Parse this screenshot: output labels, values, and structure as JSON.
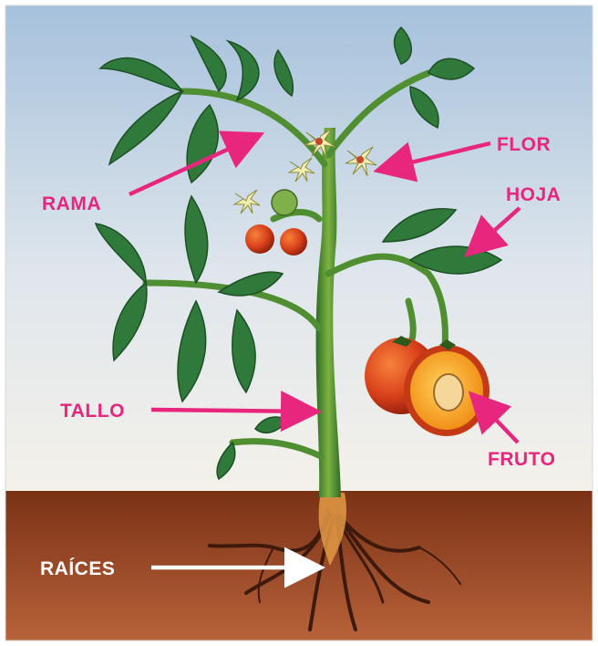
{
  "labels": {
    "rama": "RAMA",
    "flor": "FLOR",
    "hoja": "HOJA",
    "tallo": "TALLO",
    "fruto": "FRUTO",
    "raices": "RAÍCES"
  },
  "colors": {
    "label_pink": "#e8267e",
    "label_white": "#ffffff",
    "sky_top": "#a9c3dc",
    "sky_bottom": "#f3f0ea",
    "soil": "#8a3d1c",
    "leaf": "#2f7a3a",
    "stem": "#4f8f32",
    "fruit": "#d8401a",
    "fruit_flesh": "#f5a21c"
  }
}
